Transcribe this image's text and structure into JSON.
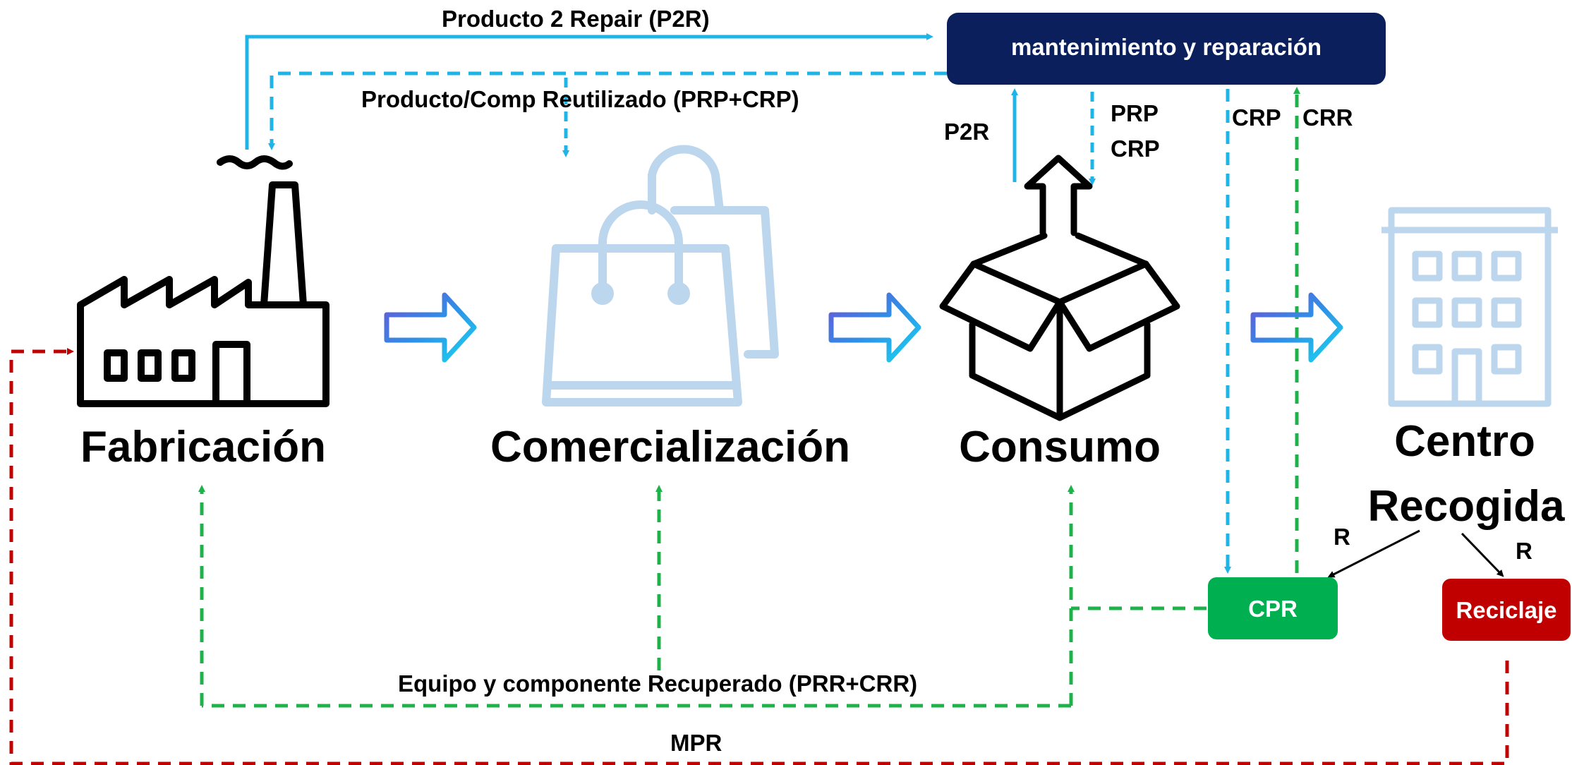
{
  "stages": {
    "fabricacion": "Fabricación",
    "comercializacion": "Comercialización",
    "consumo": "Consumo",
    "centro_line1": "Centro",
    "centro_line2": "Recogida"
  },
  "boxes": {
    "mantenimiento": "mantenimiento y reparación",
    "cpr": "CPR",
    "reciclaje": "Reciclaje"
  },
  "flow_labels": {
    "p2r_top": "Producto 2 Repair (P2R)",
    "reused": "Producto/Comp Reutilizado (PRP+CRP)",
    "p2r": "P2R",
    "prp": "PRP",
    "crp_down": "CRP",
    "crp_right": "CRP",
    "crr": "CRR",
    "r_left": "R",
    "r_right": "R",
    "recovered": "Equipo y componente Recuperado (PRR+CRR)",
    "mpr": "MPR"
  },
  "colors": {
    "navy": "#0a1f5c",
    "green": "#00b050",
    "red": "#c00000",
    "blue_flow": "#1fb4e8",
    "green_flow": "#1fb14a",
    "red_flow": "#c00000",
    "light_icon": "#bcd6ee"
  },
  "icons": [
    "factory-icon",
    "shopping-bags-icon",
    "open-box-icon",
    "building-icon",
    "arrow-right-icon"
  ]
}
